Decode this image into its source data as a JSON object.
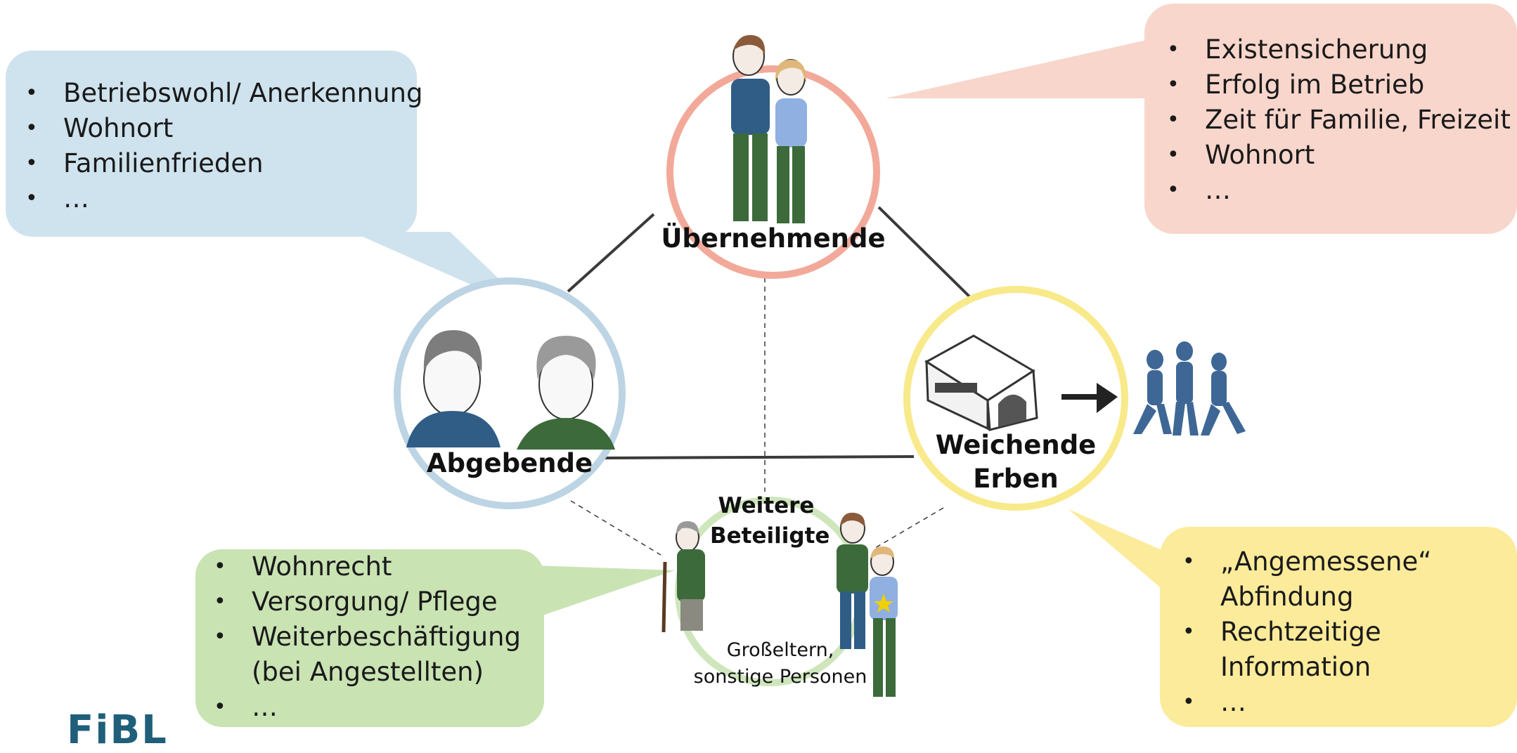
{
  "nodes": {
    "top": {
      "label": "Übernehmende"
    },
    "left": {
      "label": "Abgebende"
    },
    "right": {
      "line1": "Weichende",
      "line2": "Erben"
    },
    "bottom": {
      "line1": "Weitere",
      "line2": "Beteiligte",
      "note1": "Großeltern,",
      "note2": "sonstige Personen"
    }
  },
  "bubbles": {
    "blue": {
      "items": [
        "Betriebswohl/ Anerkennung",
        "Wohnort",
        "Familienfrieden",
        "…"
      ],
      "color": "#cfe3ee"
    },
    "pink": {
      "items": [
        "Existensicherung",
        "Erfolg im Betrieb",
        "Zeit für Familie, Freizeit",
        "Wohnort",
        "…"
      ],
      "color": "#f8d6cc"
    },
    "green": {
      "items": [
        "Wohnrecht",
        "Versorgung/ Pflege",
        "Weiterbeschäftigung",
        "(bei Angestellten)",
        "…"
      ],
      "color": "#c9e3b3"
    },
    "yellow": {
      "items": [
        "„Angemessene“",
        "Abfindung",
        "Rechtzeitige",
        "Information",
        "…"
      ],
      "color": "#fbeb9a"
    }
  },
  "colors": {
    "ring_top": "#f2a99a",
    "ring_left": "#bcd4e4",
    "ring_right": "#f8e98a",
    "ring_bottom": "#cfe6bd",
    "logo": "#1f5f7a"
  },
  "logo": {
    "text": "FiBL"
  }
}
